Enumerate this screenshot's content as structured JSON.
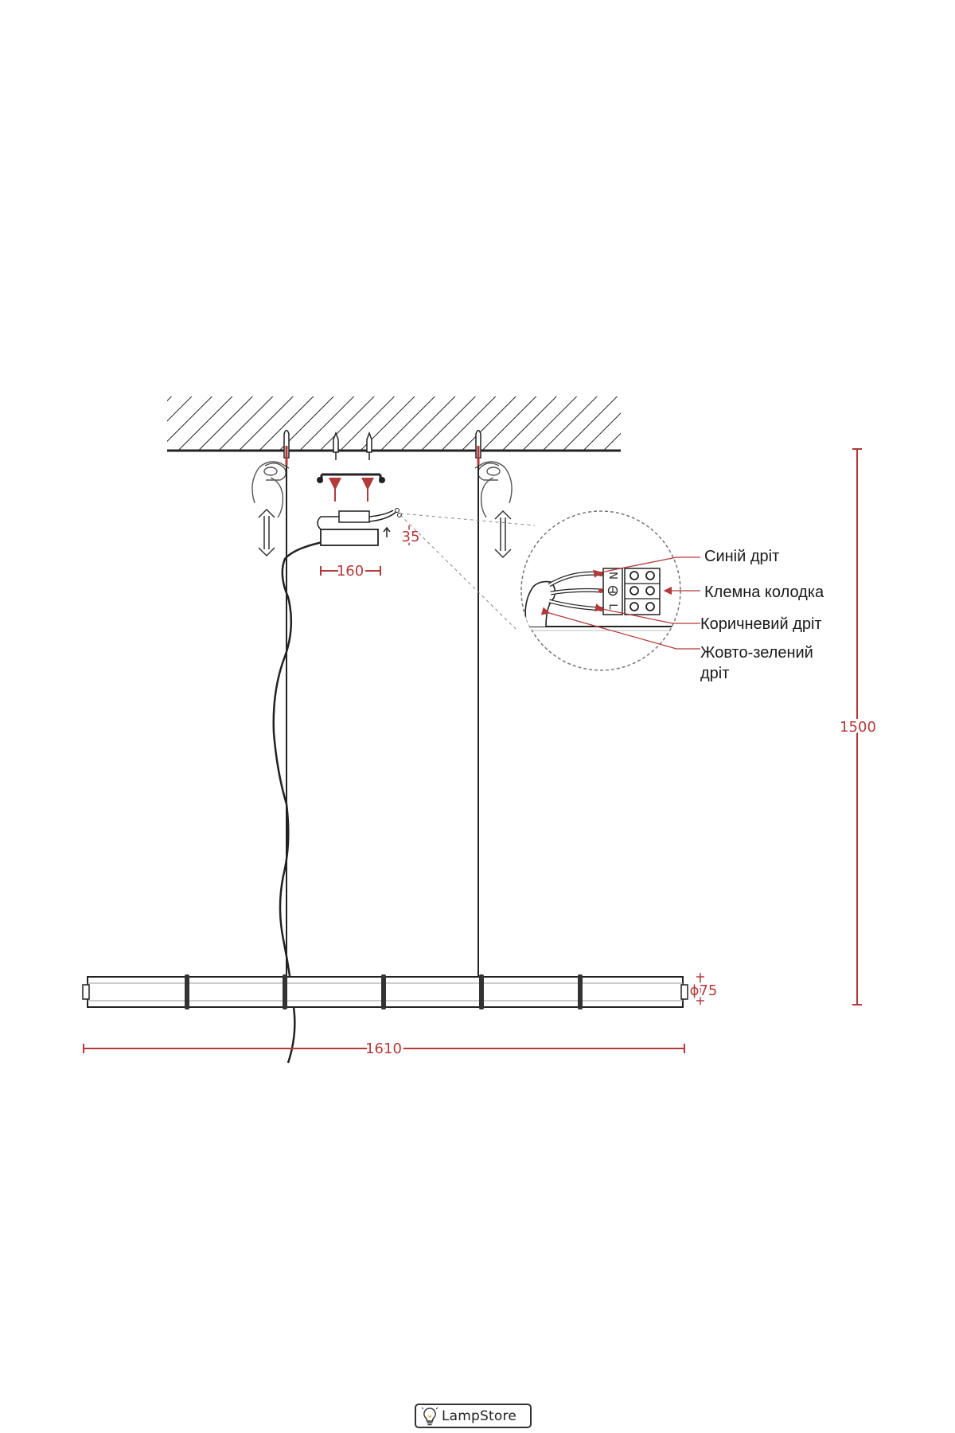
{
  "dimensions": {
    "overall_length": "1610",
    "total_height": "1500",
    "tube_diameter": "ϕ75",
    "canopy_width": "160",
    "canopy_height": "35"
  },
  "wiring_labels": {
    "blue_wire": "Синій дріт",
    "terminal_block": "Клемна колодка",
    "brown_wire": "Коричневий дріт",
    "yellow_green_wire_line1": "Жовто-зелений",
    "yellow_green_wire_line2": "дріт"
  },
  "terminal_markings": {
    "neutral": "N",
    "live": "L",
    "ground_icon": "ground-symbol"
  },
  "logo": {
    "name": "LampStore",
    "icon": "lightbulb-icon"
  },
  "colors": {
    "dimension_red": "#b23a3a",
    "line_dark": "#1a1a1a",
    "leader_gray": "#888888"
  }
}
